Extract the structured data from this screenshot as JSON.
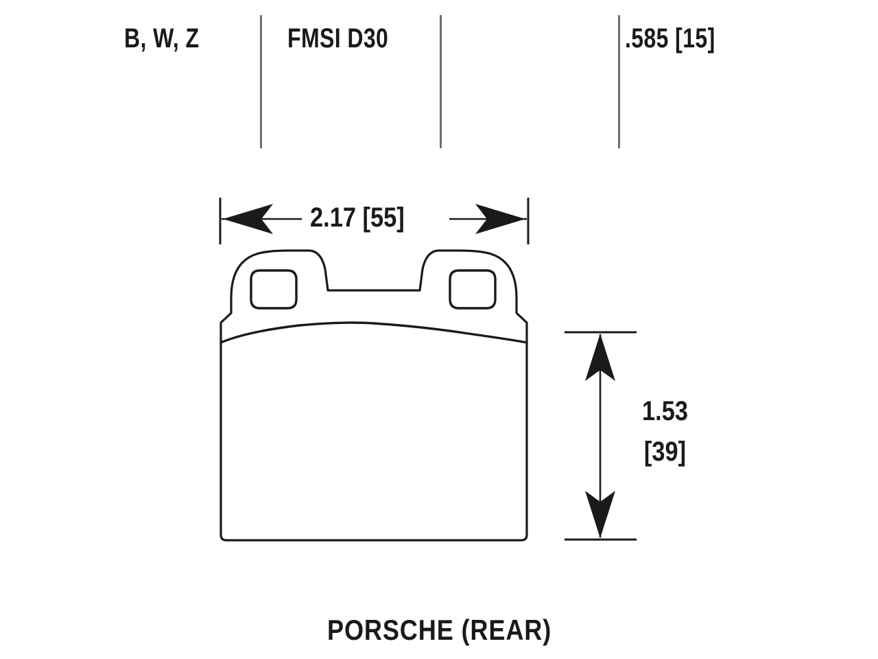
{
  "header": {
    "compounds_label": "B, W, Z",
    "fmsi_label": "FMSI D30",
    "blank_label": "",
    "thickness_label": ".585 [15]"
  },
  "dimensions": {
    "width": {
      "label": "2.17 [55]",
      "inches": "2.17",
      "millimeters": "55"
    },
    "height": {
      "line1": "1.53",
      "line2": "[39]",
      "inches": "1.53",
      "millimeters": "39"
    },
    "thickness": {
      "inches": ".585",
      "millimeters": "15"
    }
  },
  "caption": {
    "application": "PORSCHE (REAR)"
  },
  "colors": {
    "ink": "#1a1a1a",
    "divider": "#6f6f6f",
    "background": "#ffffff"
  },
  "icons": {
    "arrow_left": "arrow-left-icon",
    "arrow_right": "arrow-right-icon",
    "arrow_up": "arrow-up-icon",
    "arrow_down": "arrow-down-icon"
  }
}
